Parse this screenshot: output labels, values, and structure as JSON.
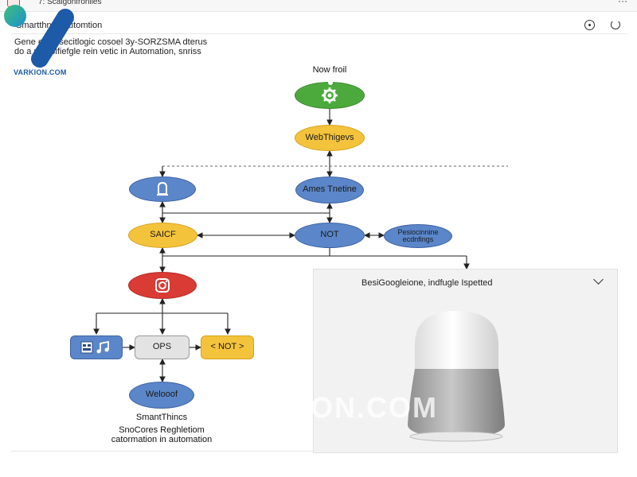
{
  "topbar": {
    "title": "7: Scalgonfronlies"
  },
  "header": {
    "title": "Smartthngs Automtion"
  },
  "description": {
    "line1": "Gene     e ols secitlogic cosoel 3y-SORZSMA dterus",
    "line2": "do  a  polpolfiefgle rein vetic in Automation, snriss"
  },
  "logo": {
    "label": "VARKION.COM"
  },
  "diagram": {
    "top_label": "Now froil",
    "nodes": {
      "webthings": "WebThigevs",
      "ames": "Ames Tnetine",
      "saicf": "SAICF",
      "not_main": "NOT",
      "pesiocting": "Pesiocinnine ecdnfings",
      "ops": "OPS",
      "not_small": "< NOT >",
      "weboof": "Welooof"
    },
    "bottom_text": {
      "line1": "SmantThincs",
      "line2": "SnoCores Reghletiom",
      "line3": "catormation in automation"
    }
  },
  "panel": {
    "title": "BesiGoogleione, indfugle Ispetted"
  },
  "watermark": "ION.COM"
}
